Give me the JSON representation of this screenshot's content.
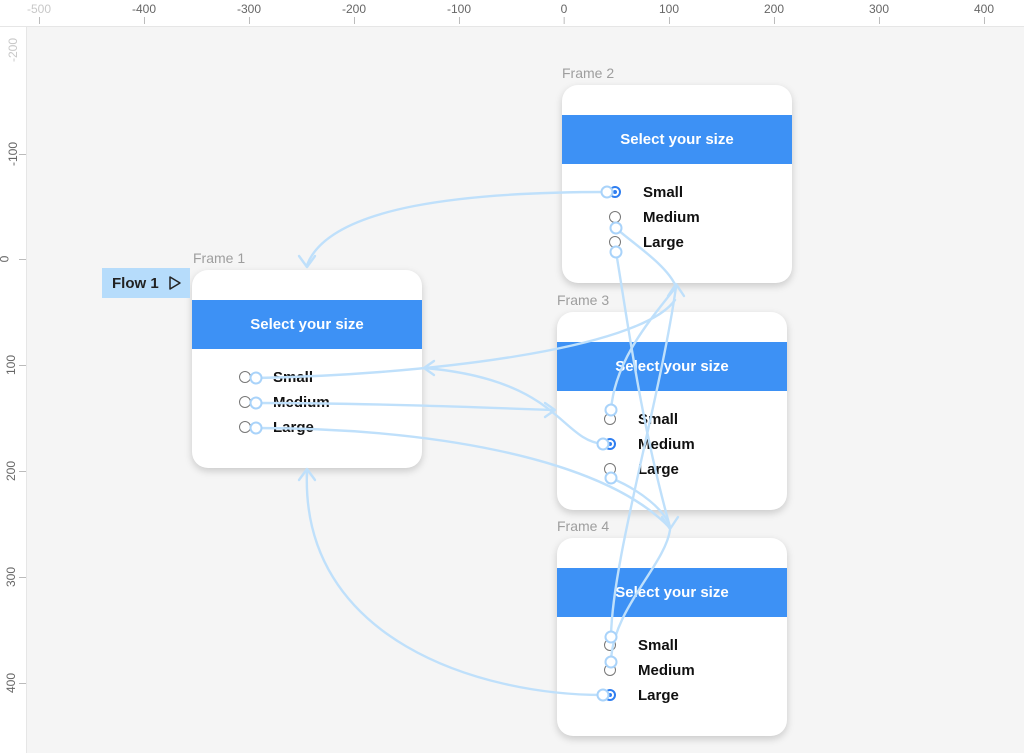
{
  "rulers": {
    "horizontal": [
      "-500",
      "-400",
      "-300",
      "-200",
      "-100",
      "0",
      "100",
      "200",
      "300",
      "400"
    ],
    "vertical": [
      "-200",
      "-100",
      "0",
      "100",
      "200",
      "300",
      "400"
    ]
  },
  "flow": {
    "label": "Flow 1",
    "icon": "play-icon"
  },
  "frames": [
    {
      "name": "Frame 1",
      "title": "Select your size",
      "options": [
        "Small",
        "Medium",
        "Large"
      ],
      "selected": ""
    },
    {
      "name": "Frame 2",
      "title": "Select your size",
      "options": [
        "Small",
        "Medium",
        "Large"
      ],
      "selected": "Small"
    },
    {
      "name": "Frame 3",
      "title": "Select your size",
      "options": [
        "Small",
        "Medium",
        "Large"
      ],
      "selected": "Medium"
    },
    {
      "name": "Frame 4",
      "title": "Select your size",
      "options": [
        "Small",
        "Medium",
        "Large"
      ],
      "selected": "Large"
    }
  ],
  "colors": {
    "header": "#3d91f5",
    "connector": "#bfe0fb",
    "canvas": "#f5f5f5",
    "flow_badge": "#b6dcfb"
  }
}
